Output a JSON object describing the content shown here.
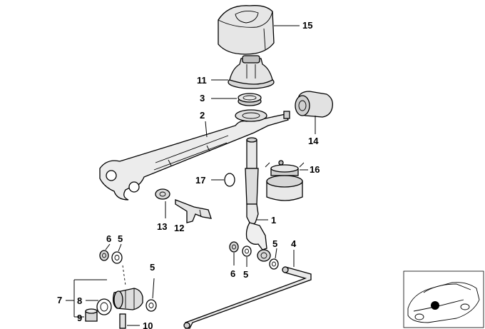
{
  "callouts": {
    "c15": "15",
    "c11": "11",
    "c3": "3",
    "c2": "2",
    "c14": "14",
    "c16": "16",
    "c17": "17",
    "c1": "1",
    "c13": "13",
    "c12": "12",
    "c6a": "6",
    "c5a": "5",
    "c5b": "5",
    "c4": "4",
    "c6b": "6",
    "c5c": "5",
    "c5d": "5",
    "c7": "7",
    "c8": "8",
    "c9": "9",
    "c10": "10"
  },
  "colors": {
    "line": "#000000",
    "fill": "#ffffff",
    "shade": "#d8d8d8",
    "dark": "#9a9a9a"
  },
  "icons": {
    "locator_car": "car-icon"
  }
}
